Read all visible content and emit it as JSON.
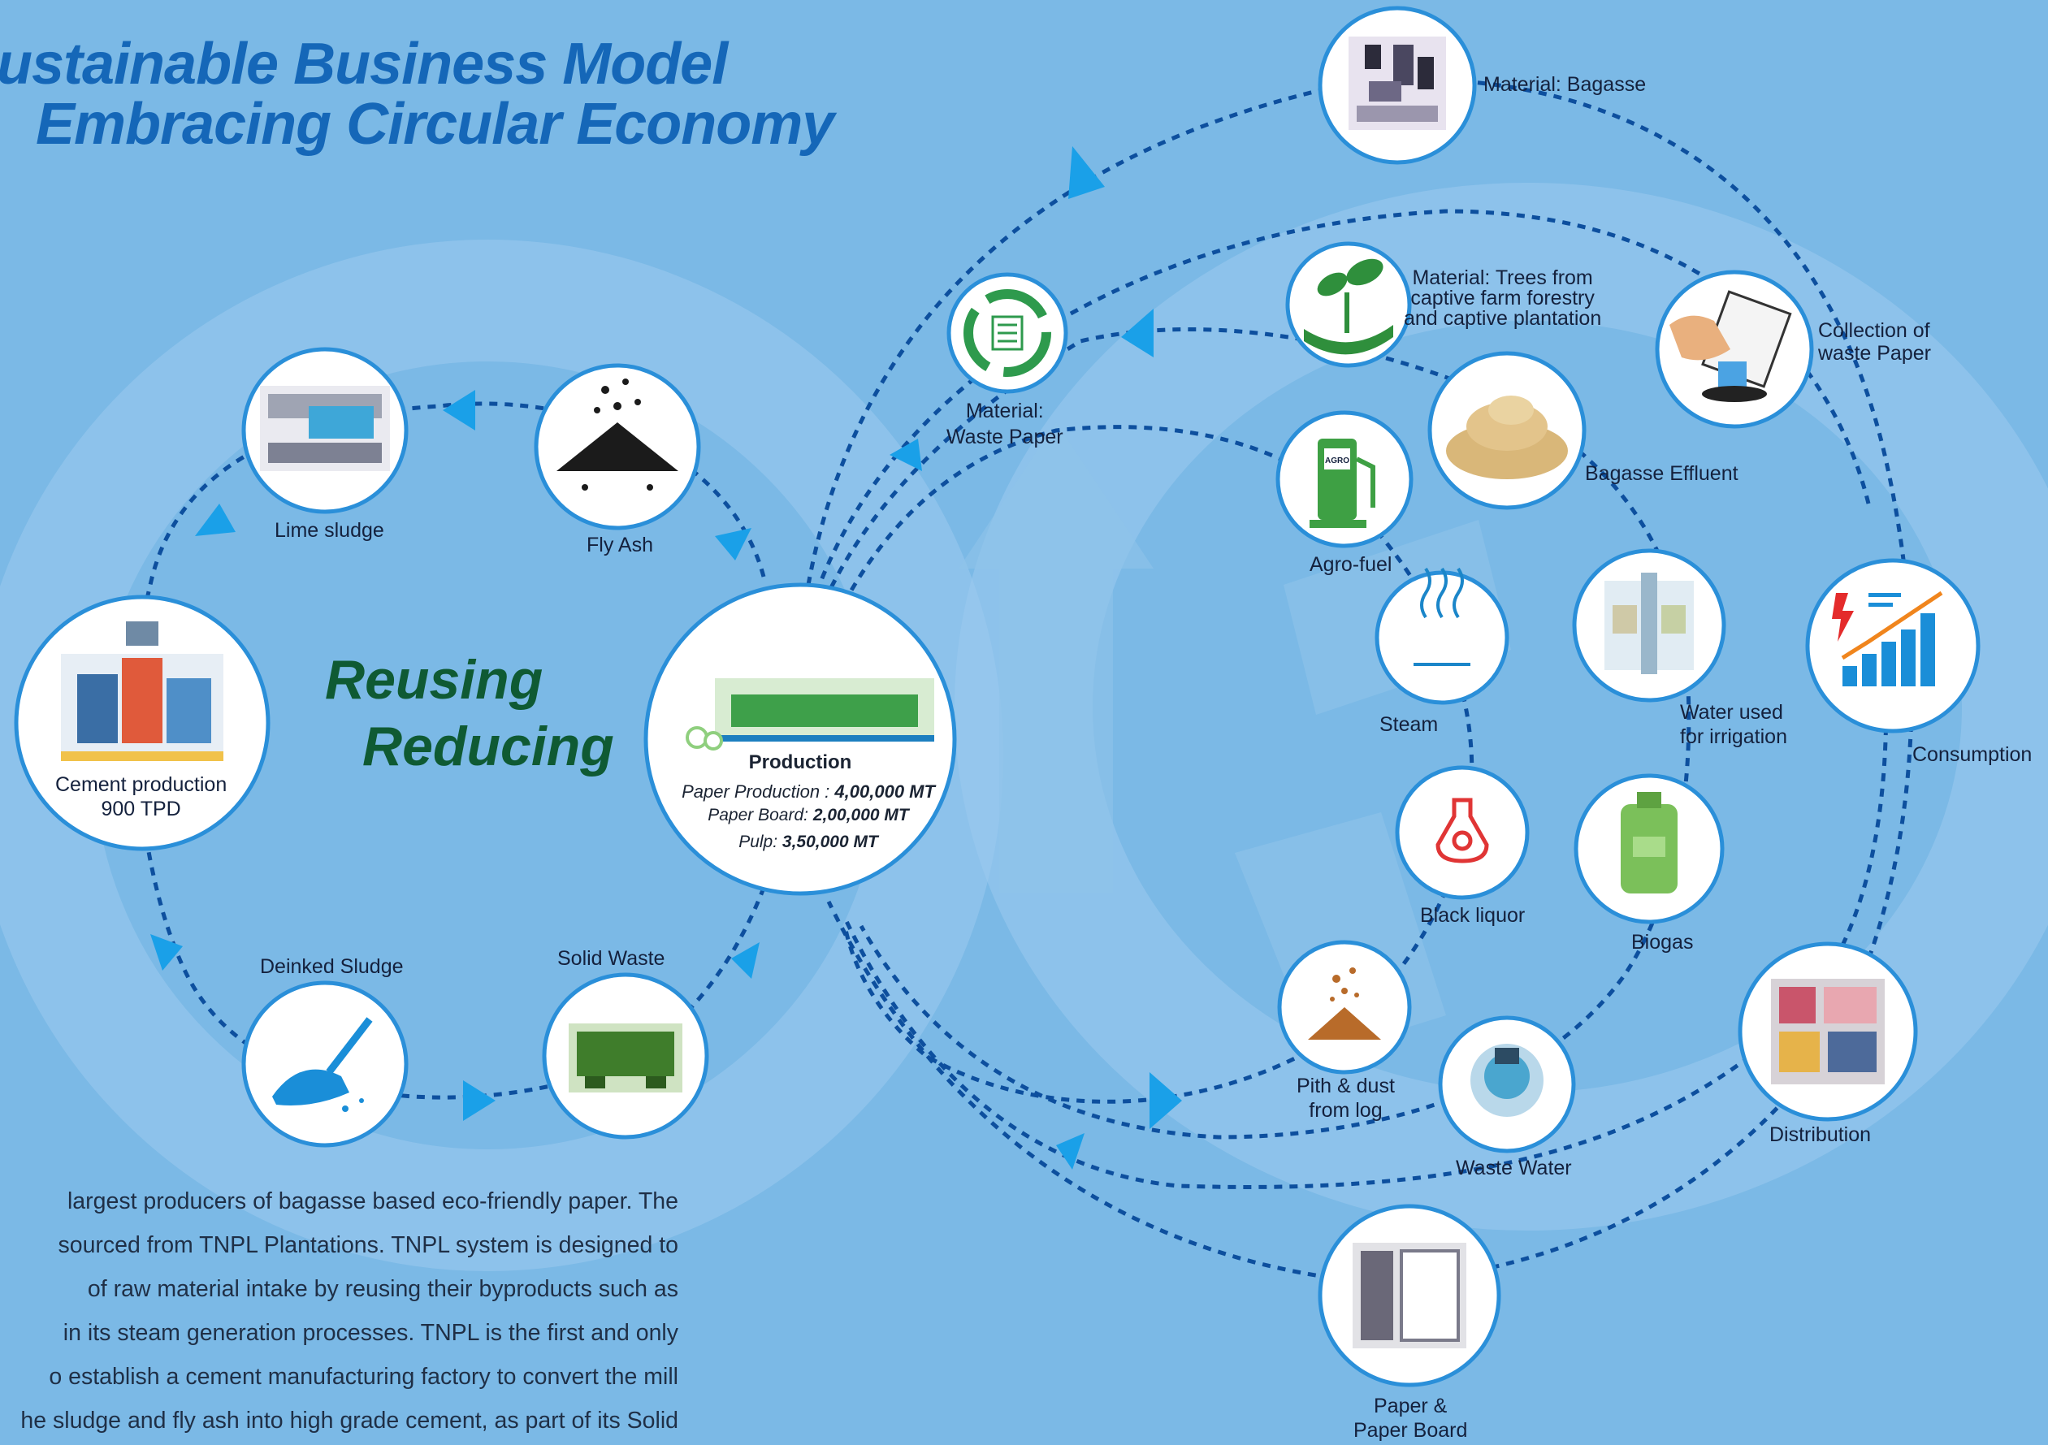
{
  "title": {
    "line1": "ustainable Business Model",
    "line2": "Embracing Circular Economy"
  },
  "center_words": {
    "reusing": "Reusing",
    "reducing": "Reducing"
  },
  "production": {
    "heading": "Production",
    "paper_label": "Paper Production  :",
    "paper_value": "4,00,000  MT",
    "board_label": "Paper Board:",
    "board_value": "2,00,000   MT",
    "pulp_label": "Pulp:",
    "pulp_value": "3,50,000   MT"
  },
  "nodes": {
    "bagasse": "Material:  Bagasse",
    "trees": [
      "Material:  Trees from",
      "captive farm forestry",
      "and captive plantation"
    ],
    "collection": [
      "Collection of",
      "waste Paper"
    ],
    "waste_paper": [
      "Material:",
      "Waste Paper"
    ],
    "bagasse_effluent": "Bagasse Effluent",
    "agro_fuel": "Agro-fuel",
    "agro_badge": "AGRO",
    "steam": "Steam",
    "water_irrigation": [
      "Water used",
      "for irrigation"
    ],
    "consumption": "Consumption",
    "black_liquor": "Black liquor",
    "biogas": "Biogas",
    "pith_dust": [
      "Pith & dust",
      "from log"
    ],
    "waste_water": "Waste Water",
    "distribution": "Distribution",
    "paper_board": [
      "Paper &",
      "Paper Board"
    ],
    "lime_sludge": "Lime sludge",
    "fly_ash": "Fly Ash",
    "cement": [
      "Cement production",
      "900 TPD"
    ],
    "deinked_sludge": "Deinked Sludge",
    "solid_waste": "Solid Waste"
  },
  "paragraph": [
    "largest producers of bagasse based eco-friendly paper. The",
    "sourced from TNPL Plantations. TNPL system is designed to",
    "of raw material intake by reusing their byproducts such as",
    "in its steam generation processes. TNPL is the first and only",
    "o establish a cement manufacturing factory to convert the mill",
    "he sludge and fly ash into high grade cement, as part of its Solid"
  ],
  "colors": {
    "background": "#7bb9e6",
    "title": "#1567b8",
    "dashed_line": "#0d4f9e",
    "arrow": "#1aa0e8",
    "circle_border": "#2a8fd9",
    "accent_green": "#0f5a33"
  }
}
